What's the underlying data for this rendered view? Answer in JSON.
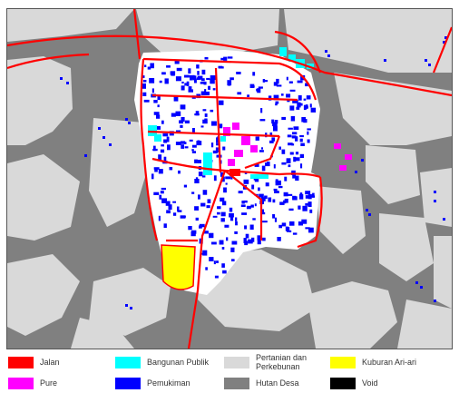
{
  "map": {
    "colors": {
      "background": "#ffffff",
      "jalan": "#ff0000",
      "pure": "#ff00ff",
      "bangunan_publik": "#00ffff",
      "pemukiman": "#0000ff",
      "pertanian": "#d9d9d9",
      "hutan": "#808080",
      "kuburan": "#ffff00",
      "void": "#000000"
    }
  },
  "legend": {
    "items": [
      {
        "label": "Jalan",
        "color": "#ff0000",
        "icon": "road-swatch"
      },
      {
        "label": "Pure",
        "color": "#ff00ff",
        "icon": "temple-swatch"
      },
      {
        "label": "Bangunan Publik",
        "color": "#00ffff",
        "icon": "public-building-swatch"
      },
      {
        "label": "Pemukiman",
        "color": "#0000ff",
        "icon": "settlement-swatch"
      },
      {
        "label": "Pertanian dan Perkebunan",
        "color": "#d9d9d9",
        "icon": "farmland-swatch"
      },
      {
        "label": "Hutan Desa",
        "color": "#808080",
        "icon": "village-forest-swatch"
      },
      {
        "label": "Kuburan Ari-ari",
        "color": "#ffff00",
        "icon": "placenta-cemetery-swatch"
      },
      {
        "label": "Void",
        "color": "#000000",
        "icon": "void-swatch"
      }
    ]
  }
}
